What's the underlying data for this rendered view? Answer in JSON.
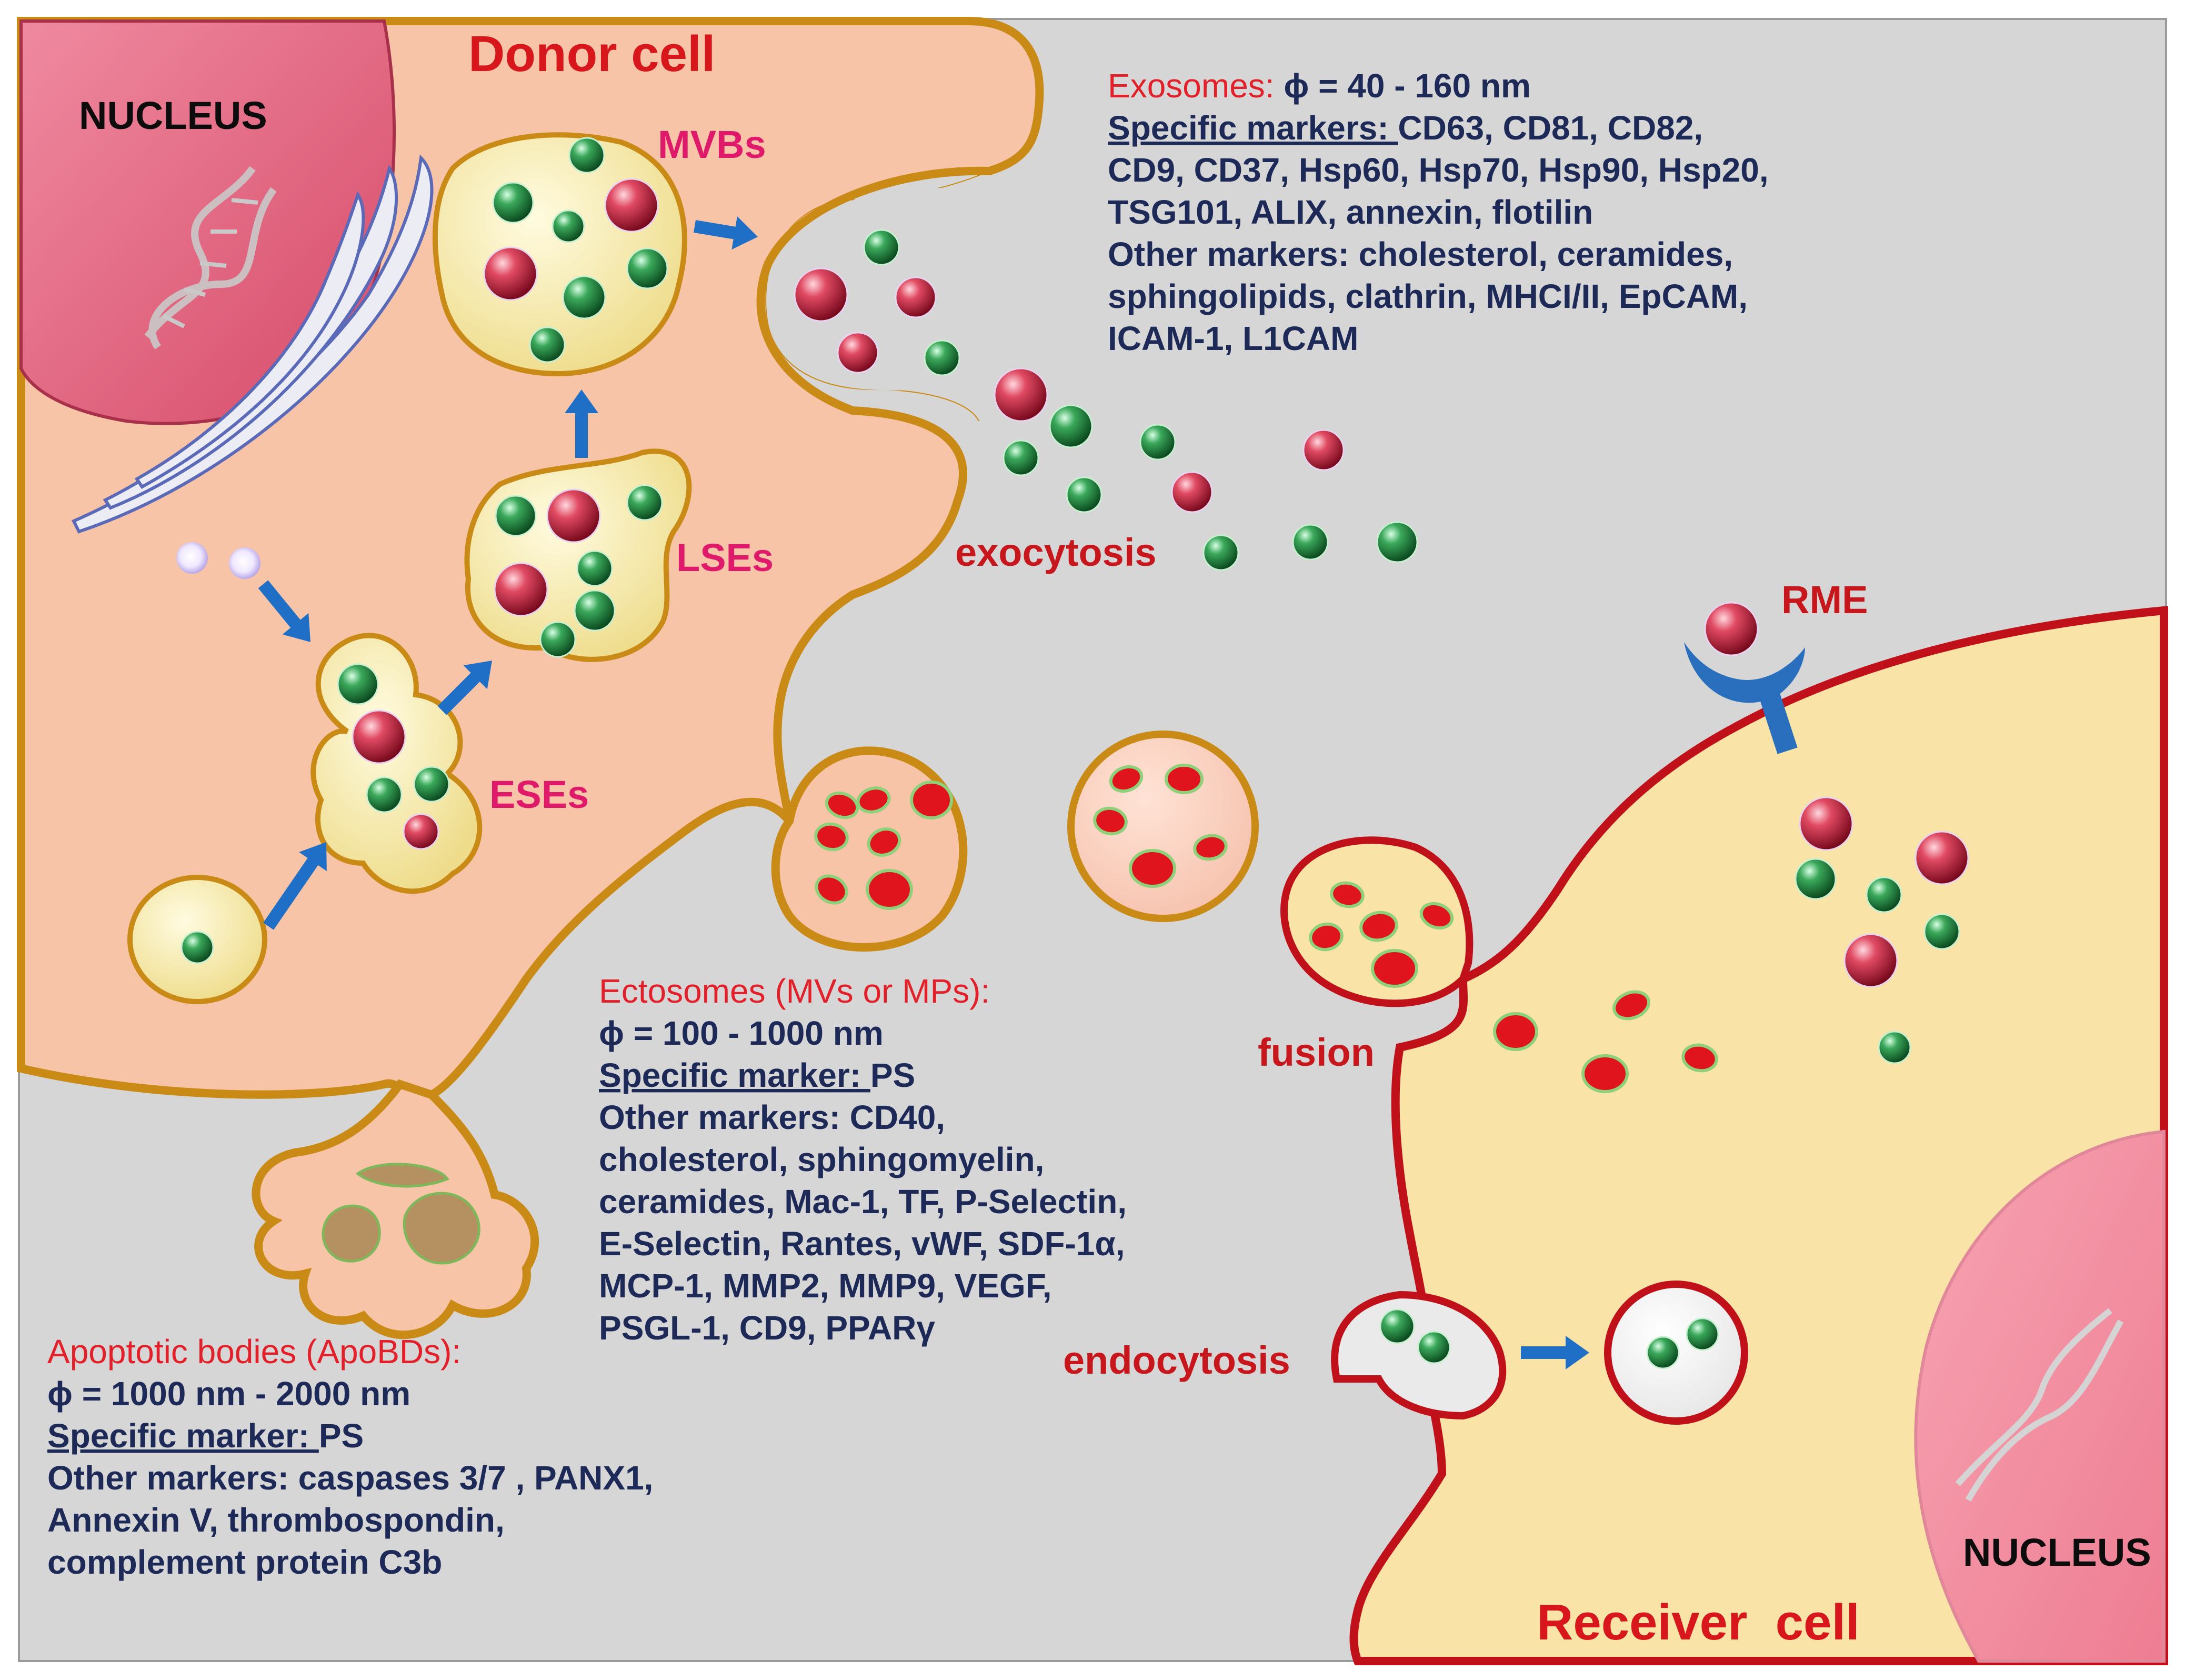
{
  "labels": {
    "donor_cell": "Donor cell",
    "receiver_cell": "Receiver  cell",
    "nucleus_donor": "NUCLEUS",
    "nucleus_receiver": "NUCLEUS",
    "mvbs": "MVBs",
    "lses": "LSEs",
    "eses": "ESEs",
    "exocytosis": "exocytosis",
    "rme": "RME",
    "fusion": "fusion",
    "endocytosis": "endocytosis"
  },
  "exosomes": {
    "title": "Exosomes: ",
    "size": "ϕ = 40 - 160 nm",
    "specific_label": "Specific markers: ",
    "specific_1": "CD63, CD81, CD82,",
    "line_2": "CD9, CD37, Hsp60, Hsp70, Hsp90, Hsp20,",
    "line_3": "TSG101, ALIX, annexin, flotilin",
    "line_4": "Other markers: cholesterol, ceramides,",
    "line_5": "sphingolipids, clathrin, MHCI/II, EpCAM,",
    "line_6": "ICAM-1, L1CAM"
  },
  "ectosomes": {
    "title": "Ectosomes (MVs or MPs):",
    "size": "ϕ = 100 - 1000 nm",
    "specific_label": "Specific marker: ",
    "specific_1": "PS",
    "line_1": "Other markers: CD40,",
    "line_2": "cholesterol, sphingomyelin,",
    "line_3": "ceramides, Mac-1, TF, P-Selectin,",
    "line_4": "E-Selectin, Rantes, vWF, SDF-1α,",
    "line_5": "MCP-1, MMP2, MMP9, VEGF,",
    "line_6": "PSGL-1, CD9, PPARγ"
  },
  "apoptotic": {
    "title": "Apoptotic bodies (ApoBDs):",
    "size": "ϕ = 1000 nm - 2000 nm",
    "specific_label": "Specific marker: ",
    "specific_1": "PS",
    "line_1": "Other markers: caspases 3/7 , PANX1,",
    "line_2": "Annexin V, thrombospondin,",
    "line_3": "complement protein C3b"
  },
  "colors": {
    "background": "#d6d6d6",
    "donor_cell": "#f8c4a8",
    "donor_border": "#c98a16",
    "receiver_cell": "#fae3a6",
    "receiver_border": "#c0101a",
    "nucleus": "#e25f7a",
    "vesicle_fill": "#f6e8a0",
    "exosome_red": "#c0223a",
    "exosome_green": "#1f8a3c",
    "arrow": "#1f6fc7"
  }
}
